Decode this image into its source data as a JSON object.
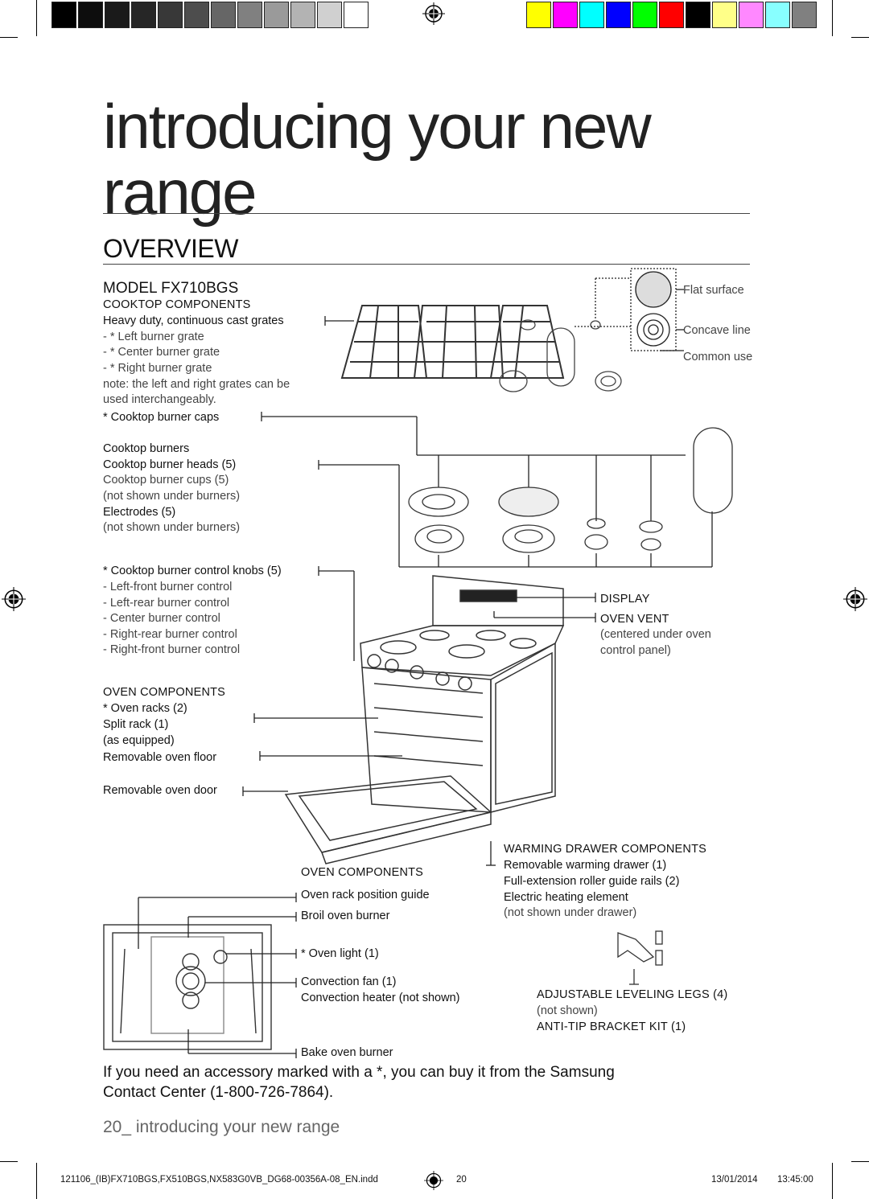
{
  "color_bar": {
    "grays": [
      "#000000",
      "#0d0d0d",
      "#1a1a1a",
      "#262626",
      "#383838",
      "#4d4d4d",
      "#666666",
      "#808080",
      "#9a9a9a",
      "#b3b3b3",
      "#d0d0d0",
      "#ffffff"
    ],
    "colors": [
      "#ffff00",
      "#ff00ff",
      "#00ffff",
      "#0000ff",
      "#00ff00",
      "#ff0000",
      "#000000",
      "#ffff88",
      "#ff88ff",
      "#88ffff",
      "#808080"
    ]
  },
  "page_title": {
    "line1": "introducing your new",
    "line2": "range"
  },
  "section_heading": "OVERVIEW",
  "model_heading": "MODEL FX710BGS",
  "cooktop": {
    "heading": "COOKTOP COMPONENTS",
    "grates_title": "Heavy duty, continuous cast grates",
    "grates": [
      "- * Left burner grate",
      "- * Center burner grate",
      "- * Right burner grate"
    ],
    "note": [
      "note: the left and right grates can be",
      "used interchangeably."
    ],
    "caps": "* Cooktop burner caps",
    "burners_heading": "Cooktop burners",
    "burner_heads": "Cooktop burner heads (5)",
    "burner_cups": "Cooktop burner cups (5)",
    "not_shown_1": "(not shown under burners)",
    "electrodes": "Electrodes (5)",
    "not_shown_2": "(not shown under burners)",
    "knobs": "* Cooktop burner control knobs (5)",
    "knob_list": [
      "- Left-front burner control",
      "- Left-rear burner control",
      "- Center burner control",
      "- Right-rear burner control",
      "- Right-front burner control"
    ]
  },
  "cap_types": {
    "flat": "Flat surface",
    "concave": "Concave line",
    "common": "Common use"
  },
  "display": {
    "label": "DISPLAY",
    "vent": "OVEN VENT",
    "vent_note": [
      "(centered under oven",
      "control panel)"
    ]
  },
  "oven": {
    "heading": "OVEN COMPONENTS",
    "racks": "* Oven racks (2)",
    "split": "Split rack (1)",
    "equipped": "(as equipped)",
    "floor": "Removable oven floor",
    "door": "Removable oven door"
  },
  "oven_interior": {
    "heading": "OVEN COMPONENTS",
    "rack_guide": "Oven rack position guide",
    "broil": "Broil oven burner",
    "light": "* Oven light (1)",
    "fan": "Convection fan (1)",
    "heater": "Convection heater (not shown)",
    "bake": "Bake oven burner"
  },
  "warming": {
    "heading": "WARMING DRAWER COMPONENTS",
    "items": [
      "Removable warming drawer (1)",
      "Full-extension roller guide rails (2)",
      "Electric heating element"
    ],
    "note": "(not shown under drawer)"
  },
  "legs": {
    "label": "ADJUSTABLE LEVELING LEGS (4)",
    "note": "(not shown)",
    "kit": "ANTI-TIP BRACKET KIT (1)"
  },
  "accessory_note": [
    "If you need an accessory marked with a *, you can buy it from the Samsung",
    "Contact Center (1-800-726-7864)."
  ],
  "footer": {
    "page_no": "20_",
    "section": "introducing your new range"
  },
  "slug": {
    "file": "121106_(IB)FX710BGS,FX510BGS,NX583G0VB_DG68-00356A-08_EN.indd",
    "page": "20",
    "date": "13/01/2014",
    "time": "13:45:00"
  }
}
